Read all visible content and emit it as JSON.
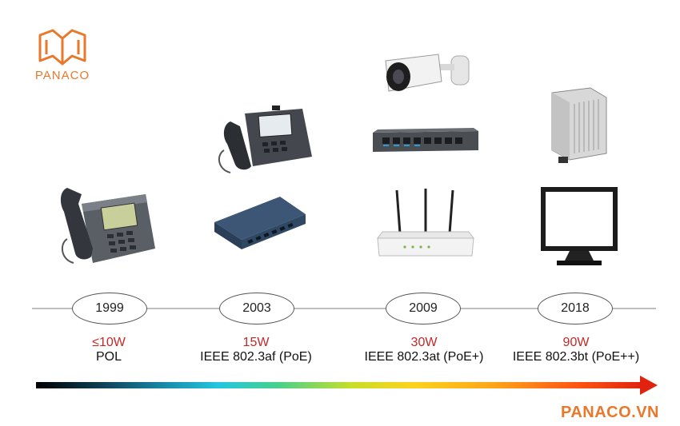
{
  "logo": {
    "text": "PANACO"
  },
  "timeline": [
    {
      "year": "1999",
      "power": "≤10W",
      "standard": "POL"
    },
    {
      "year": "2003",
      "power": "15W",
      "standard": "IEEE 802.3af (PoE)"
    },
    {
      "year": "2009",
      "power": "30W",
      "standard": "IEEE 802.3at (PoE+)"
    },
    {
      "year": "2018",
      "power": "90W",
      "standard": "IEEE 802.3bt (PoE++)"
    }
  ],
  "devices": {
    "gen1": [
      "ip-phone-icon"
    ],
    "gen2": [
      "video-ip-phone-icon",
      "network-switch-icon"
    ],
    "gen3": [
      "security-camera-icon",
      "poe-switch-icon",
      "wifi-router-icon"
    ],
    "gen4": [
      "outdoor-base-station-icon",
      "monitor-icon"
    ]
  },
  "brand": {
    "text": "PANACO.VN"
  },
  "colors": {
    "accent": "#e8782c",
    "power": "#c62828",
    "gradient_end": "#e0220e"
  }
}
